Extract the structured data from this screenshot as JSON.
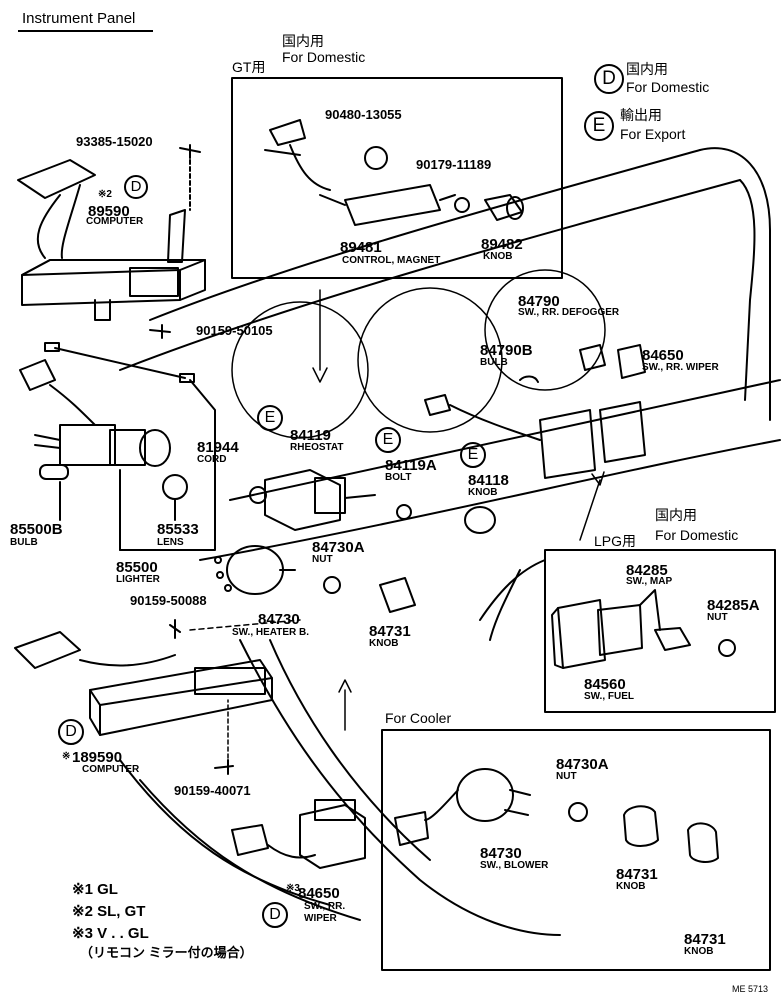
{
  "header": {
    "title": "Instrument Panel"
  },
  "legend": {
    "d_letter": "D",
    "d_jp": "国内用",
    "d_en": "For Domestic",
    "e_letter": "E",
    "e_jp": "輸出用",
    "e_en": "For Export"
  },
  "inset_gt": {
    "tag": "GT用",
    "jp": "国内用",
    "en": "For Domestic"
  },
  "inset_lpg": {
    "tag": "LPG用",
    "jp": "国内用",
    "en": "For Domestic"
  },
  "inset_cooler": {
    "title": "For Cooler"
  },
  "markers": {
    "d": "D",
    "e": "E"
  },
  "parts": [
    {
      "id": "p93385",
      "num": "93385-15020",
      "desc": ""
    },
    {
      "id": "p89590",
      "num": "89590",
      "desc": "COMPUTER",
      "mark": "※2"
    },
    {
      "id": "p90159a",
      "num": "90159-50105",
      "desc": ""
    },
    {
      "id": "p81944",
      "num": "81944",
      "desc": "CORD"
    },
    {
      "id": "p85500b",
      "num": "85500B",
      "desc": "BULB"
    },
    {
      "id": "p85533",
      "num": "85533",
      "desc": "LENS"
    },
    {
      "id": "p85500",
      "num": "85500",
      "desc": "LIGHTER"
    },
    {
      "id": "p90480",
      "num": "90480-13055",
      "desc": ""
    },
    {
      "id": "p90179",
      "num": "90179-11189",
      "desc": ""
    },
    {
      "id": "p89481",
      "num": "89481",
      "desc": "CONTROL, MAGNET"
    },
    {
      "id": "p89482",
      "num": "89482",
      "desc": "KNOB"
    },
    {
      "id": "p84790",
      "num": "84790",
      "desc": "SW., RR. DEFOGGER"
    },
    {
      "id": "p84790b",
      "num": "84790B",
      "desc": "BULB"
    },
    {
      "id": "p84650a",
      "num": "84650",
      "desc": "SW., RR. WIPER"
    },
    {
      "id": "p84119",
      "num": "84119",
      "desc": "RHEOSTAT"
    },
    {
      "id": "p84119a",
      "num": "84119A",
      "desc": "BOLT"
    },
    {
      "id": "p84118",
      "num": "84118",
      "desc": "KNOB"
    },
    {
      "id": "p84730a",
      "num": "84730A",
      "desc": "NUT"
    },
    {
      "id": "p90159b",
      "num": "90159-50088",
      "desc": ""
    },
    {
      "id": "p84730",
      "num": "84730",
      "desc": "SW., HEATER B."
    },
    {
      "id": "p84731",
      "num": "84731",
      "desc": "KNOB"
    },
    {
      "id": "p84285",
      "num": "84285",
      "desc": "SW., MAP"
    },
    {
      "id": "p84285a",
      "num": "84285A",
      "desc": "NUT"
    },
    {
      "id": "p84560",
      "num": "84560",
      "desc": "SW., FUEL"
    },
    {
      "id": "p189590",
      "num": "189590",
      "desc": "COMPUTER",
      "mark": "※"
    },
    {
      "id": "p90159c",
      "num": "90159-40071",
      "desc": ""
    },
    {
      "id": "pc84730a",
      "num": "84730A",
      "desc": "NUT"
    },
    {
      "id": "pc84730",
      "num": "84730",
      "desc": "SW., BLOWER"
    },
    {
      "id": "pc84731a",
      "num": "84731",
      "desc": "KNOB"
    },
    {
      "id": "pc84731b",
      "num": "84731",
      "desc": "KNOB"
    },
    {
      "id": "p84650b",
      "num": "84650",
      "desc": "SW., RR.",
      "desc2": "WIPER",
      "mark": "※3"
    }
  ],
  "footnotes": [
    "※1 GL",
    "※2 SL, GT",
    "※3 V . . GL",
    "（リモコン ミラー付の場合）"
  ],
  "drawing_id": "ME 5713"
}
